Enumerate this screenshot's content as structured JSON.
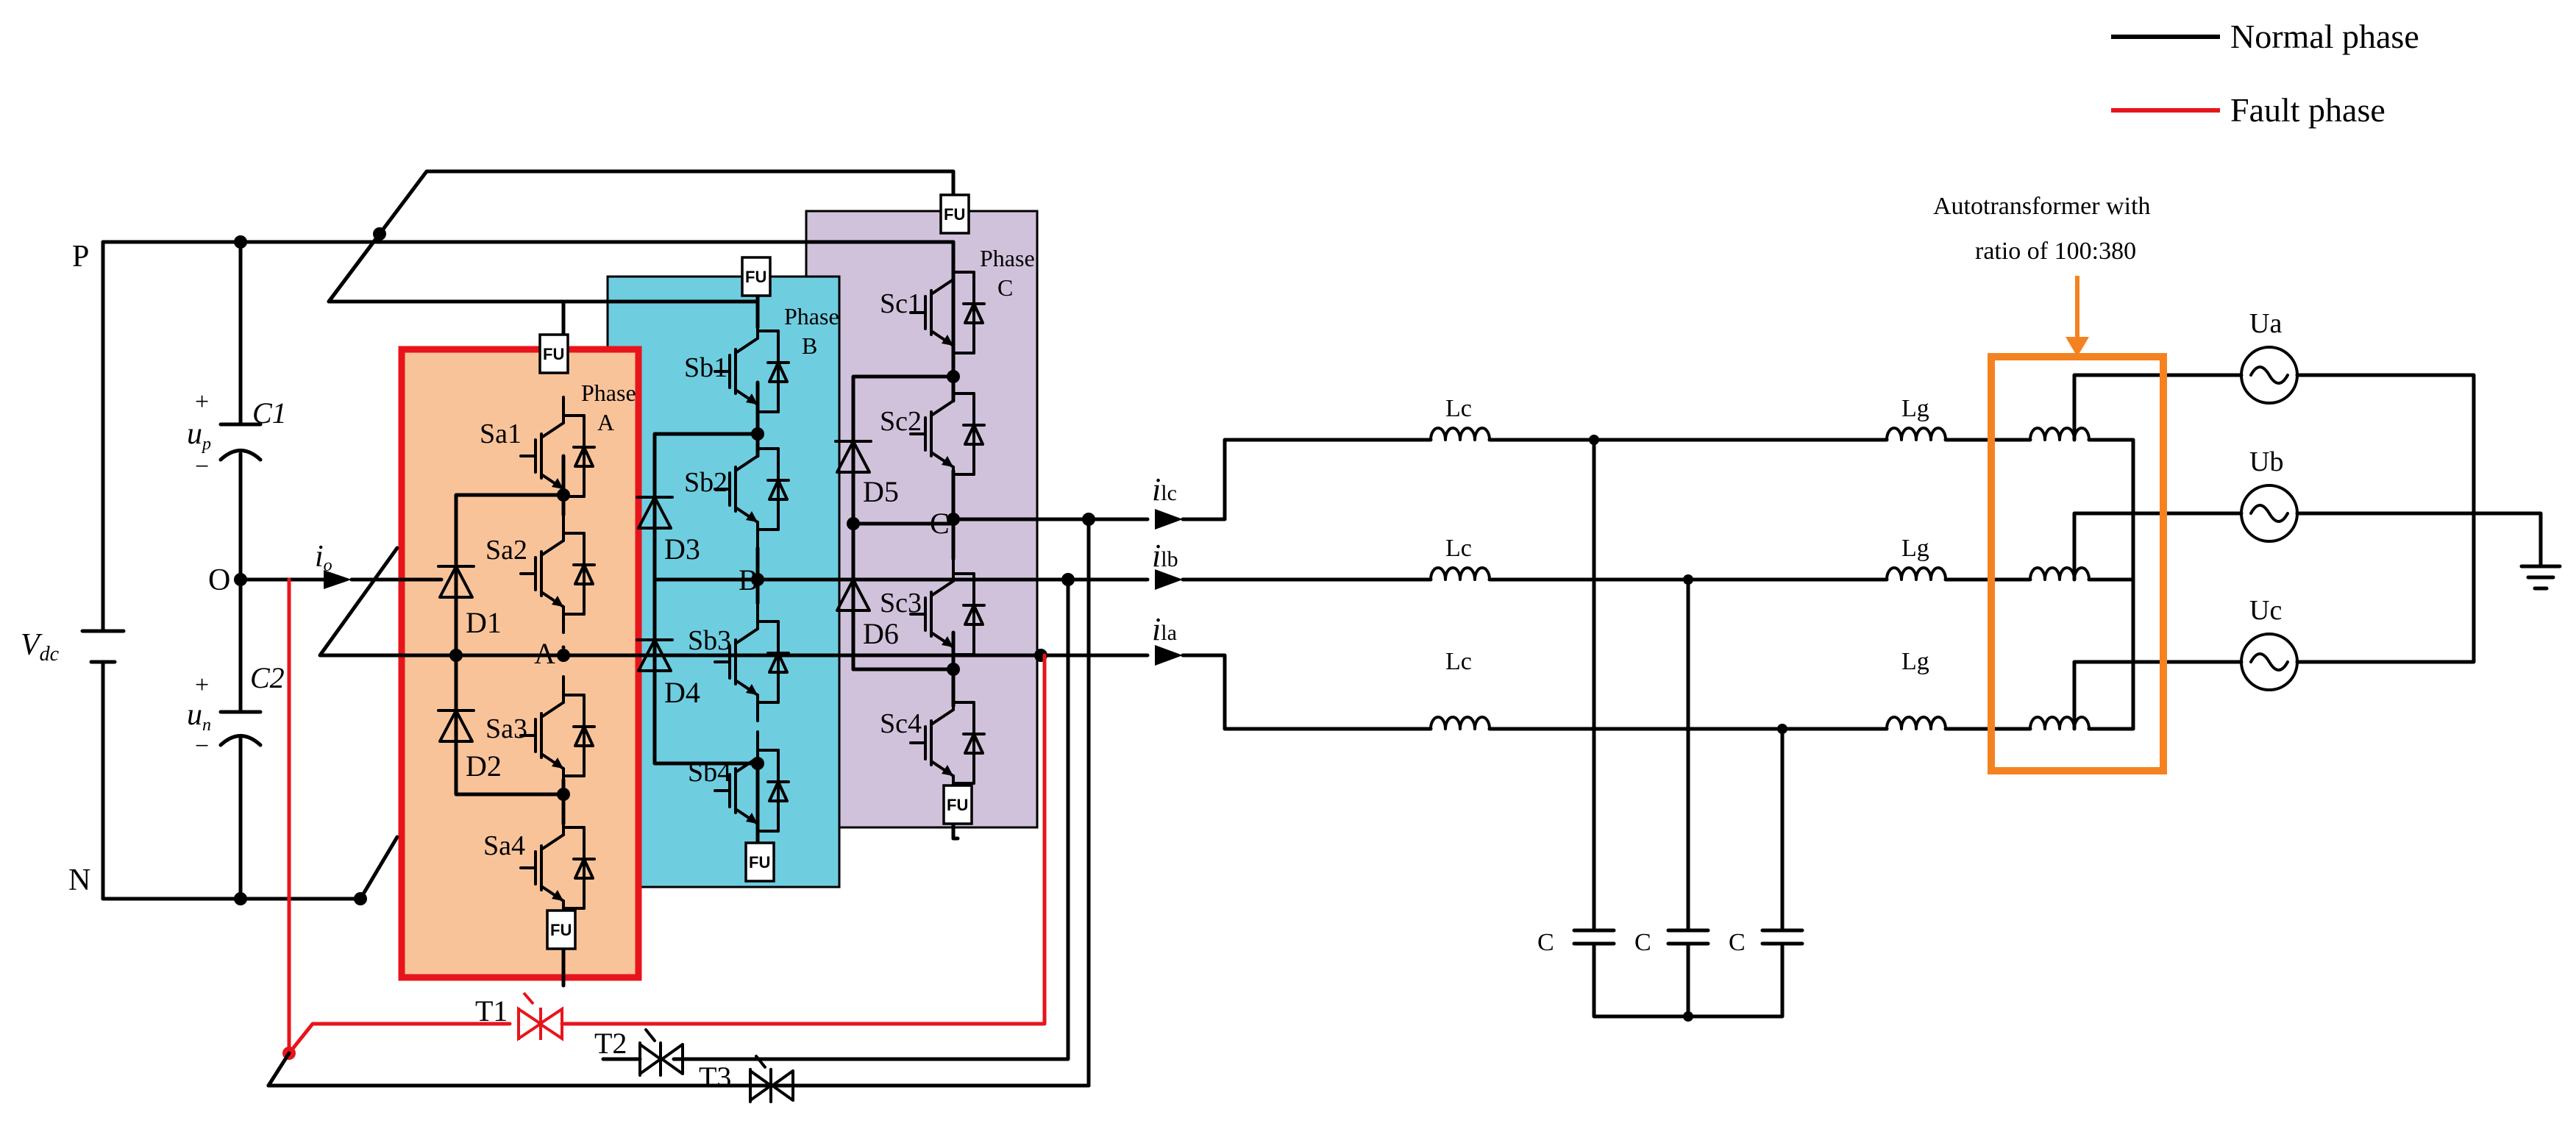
{
  "legend": {
    "normal": {
      "label": "Normal phase",
      "color": "#000000"
    },
    "fault": {
      "label": "Fault phase",
      "color": "#e8141b"
    }
  },
  "colors": {
    "phaseA": "#f9c39a",
    "phaseA_border": "#e8141b",
    "phaseB": "#6fcde0",
    "phaseC": "#d1c2dc",
    "autotransformer": "#f58220"
  },
  "bus": {
    "P": "P",
    "N": "N",
    "O": "O",
    "Vdc": "V",
    "Vdc_sub": "dc"
  },
  "capacitors": {
    "C1": "C1",
    "C2": "C2",
    "up": "u",
    "up_sub": "p",
    "un": "u",
    "un_sub": "n",
    "plus": "+",
    "minus": "−"
  },
  "io": {
    "main": "i",
    "sub": "o"
  },
  "phases": {
    "A": {
      "name": "Phase",
      "letter": "A",
      "switches": [
        "Sa1",
        "Sa2",
        "Sa3",
        "Sa4"
      ],
      "diodes": [
        "D1",
        "D2"
      ],
      "node": "A"
    },
    "B": {
      "name": "Phase",
      "letter": "B",
      "switches": [
        "Sb1",
        "Sb2",
        "Sb3",
        "Sb4"
      ],
      "diodes": [
        "D3",
        "D4"
      ],
      "node": "B"
    },
    "C": {
      "name": "Phase",
      "letter": "C",
      "switches": [
        "Sc1",
        "Sc2",
        "Sc3",
        "Sc4"
      ],
      "diodes": [
        "D5",
        "D6"
      ],
      "node": "C"
    }
  },
  "fuse_label": "FU",
  "currents": [
    {
      "main": "i",
      "sub": "lc"
    },
    {
      "main": "i",
      "sub": "lb"
    },
    {
      "main": "i",
      "sub": "la"
    }
  ],
  "filter": {
    "Lc": "Lc",
    "Lg": "Lg",
    "C": "C"
  },
  "autotransformer": {
    "line1": "Autotransformer with",
    "line2": "ratio of  100:380"
  },
  "sources": [
    "Ua",
    "Ub",
    "Uc"
  ],
  "thyristors": [
    "T1",
    "T2",
    "T3"
  ]
}
